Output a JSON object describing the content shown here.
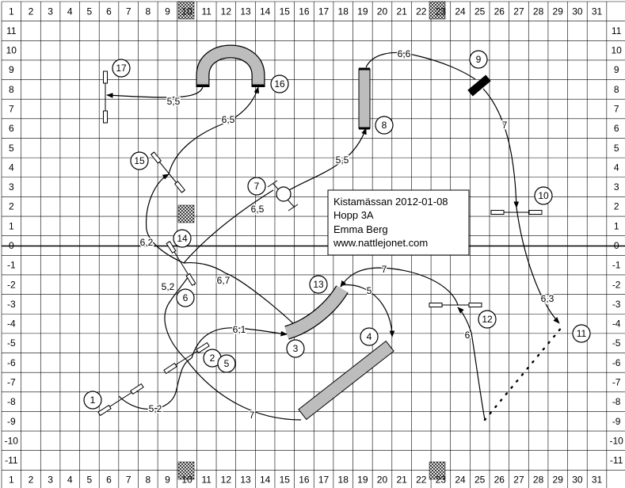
{
  "x_axis_labels": [
    "1",
    "2",
    "3",
    "4",
    "5",
    "6",
    "7",
    "8",
    "9",
    "10",
    "11",
    "12",
    "13",
    "14",
    "15",
    "16",
    "17",
    "18",
    "19",
    "20",
    "21",
    "22",
    "23",
    "24",
    "25",
    "26",
    "27",
    "28",
    "29",
    "30",
    "31"
  ],
  "y_axis_labels": [
    "11",
    "10",
    "9",
    "8",
    "7",
    "6",
    "5",
    "4",
    "3",
    "2",
    "1",
    "0",
    "-1",
    "-2",
    "-3",
    "-4",
    "-5",
    "-6",
    "-7",
    "-8",
    "-9",
    "-10",
    "-11"
  ],
  "info": {
    "line1": "Kistamässan 2012-01-08",
    "line2": "Hopp 3A",
    "line3": "Emma Berg",
    "line4": "www.nattlejonet.com"
  },
  "obstacles": [
    "1",
    "2",
    "3",
    "4",
    "5",
    "6",
    "7",
    "8",
    "9",
    "10",
    "11",
    "12",
    "13",
    "14",
    "15",
    "16",
    "17"
  ],
  "distances": [
    "5,2",
    "6,1",
    "7",
    "6,7",
    "5,2",
    "6,2",
    "6,5",
    "5,5",
    "6,6",
    "7",
    "6,3",
    "6",
    "7",
    "5",
    "6,5",
    "5,5"
  ]
}
